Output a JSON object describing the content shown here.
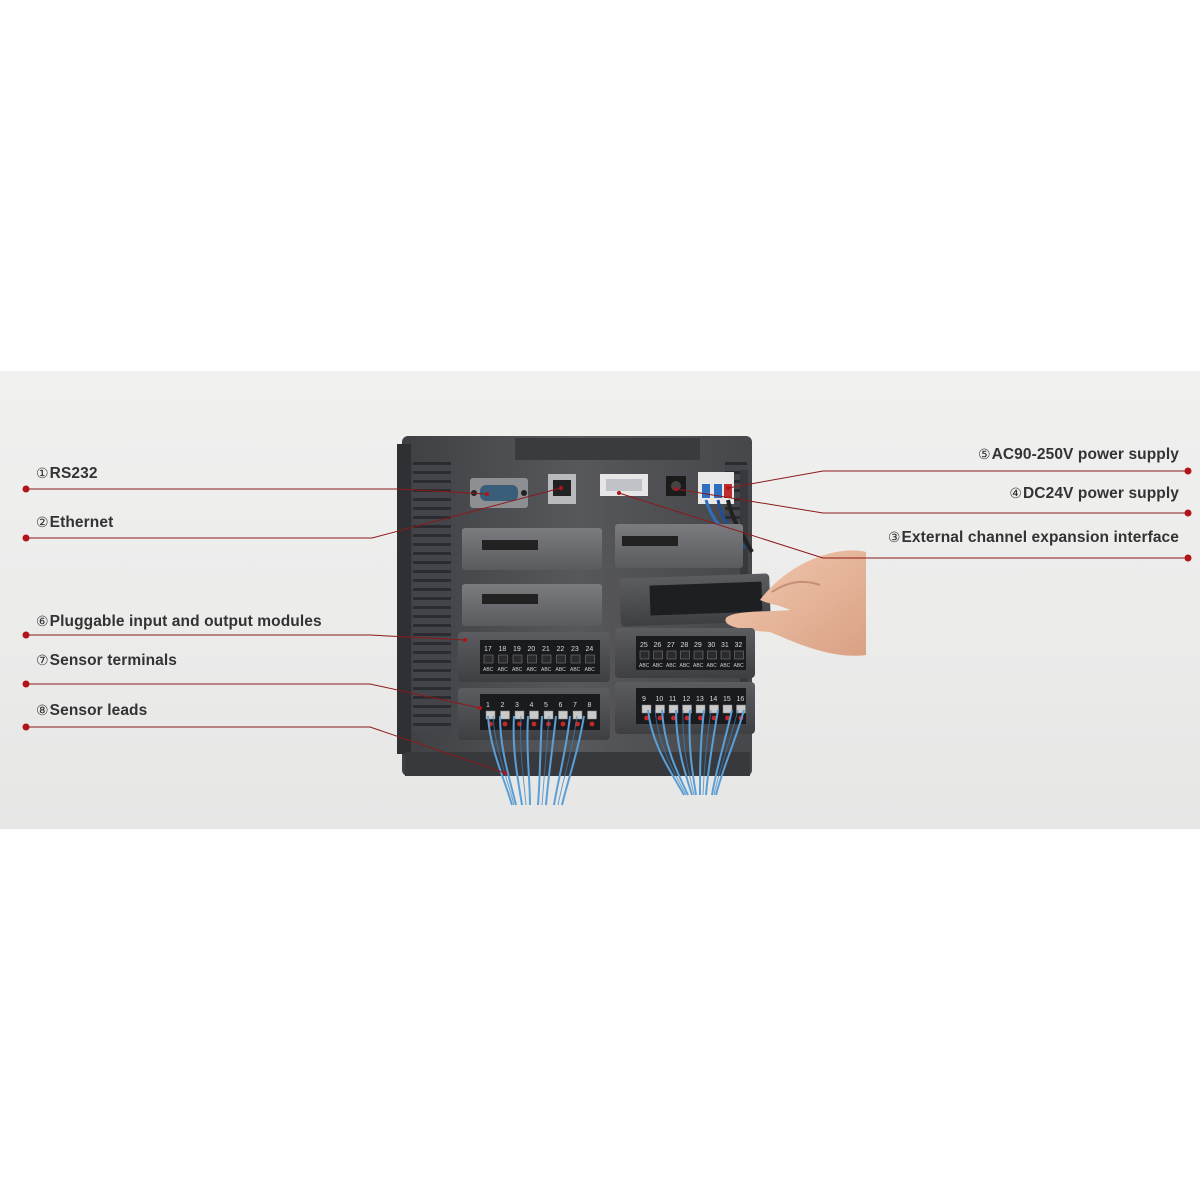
{
  "colors": {
    "background": "#ffffff",
    "panel": "#ebebea",
    "leader_line": "#8b1a1a",
    "leader_dot": "#b3131a",
    "device_body": "#4d4e52",
    "label_text": "#333333",
    "sensor_lead": "#5aa0d8"
  },
  "labels": {
    "rs232": {
      "num": "①",
      "text": "RS232"
    },
    "ethernet": {
      "num": "②",
      "text": "Ethernet"
    },
    "expansion": {
      "num": "③",
      "text": "External channel expansion interface"
    },
    "dc24v": {
      "num": "④",
      "text": "DC24V power supply"
    },
    "ac_power": {
      "num": "⑤",
      "text": "AC90-250V power supply"
    },
    "modules": {
      "num": "⑥",
      "text": "Pluggable input and output modules"
    },
    "terminals": {
      "num": "⑦",
      "text": "Sensor terminals"
    },
    "leads": {
      "num": "⑧",
      "text": "Sensor leads"
    }
  },
  "terminal_numbers": {
    "left_upper": [
      "17",
      "18",
      "19",
      "20",
      "21",
      "22",
      "23",
      "24"
    ],
    "right_upper": [
      "25",
      "26",
      "27",
      "28",
      "29",
      "30",
      "31",
      "32"
    ],
    "left_lower": [
      "1",
      "2",
      "3",
      "4",
      "5",
      "6",
      "7",
      "8"
    ],
    "right_lower": [
      "9",
      "10",
      "11",
      "12",
      "13",
      "14",
      "15",
      "16"
    ],
    "pin_letters": "ABC"
  }
}
